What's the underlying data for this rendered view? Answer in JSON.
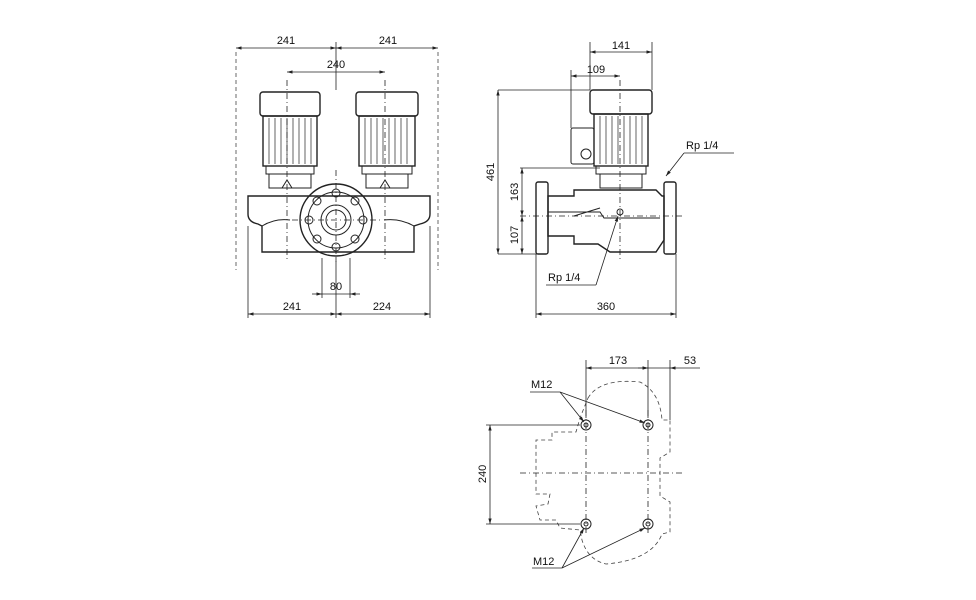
{
  "dimensions": {
    "front_top_left": "241",
    "front_top_right": "241",
    "front_motor_spacing": "240",
    "front_flange_width": "80",
    "front_bottom_left": "241",
    "front_bottom_right": "224",
    "side_top_outer": "141",
    "side_top_inner": "109",
    "side_height_total": "461",
    "side_height_port": "163",
    "side_height_base": "107",
    "side_width": "360",
    "side_port_top": "Rp 1/4",
    "side_port_bottom": "Rp 1/4",
    "base_hole_spacing_x": "173",
    "base_offset_right": "53",
    "base_hole_spacing_y": "240",
    "base_bolt_top": "M12",
    "base_bolt_bottom": "M12"
  }
}
